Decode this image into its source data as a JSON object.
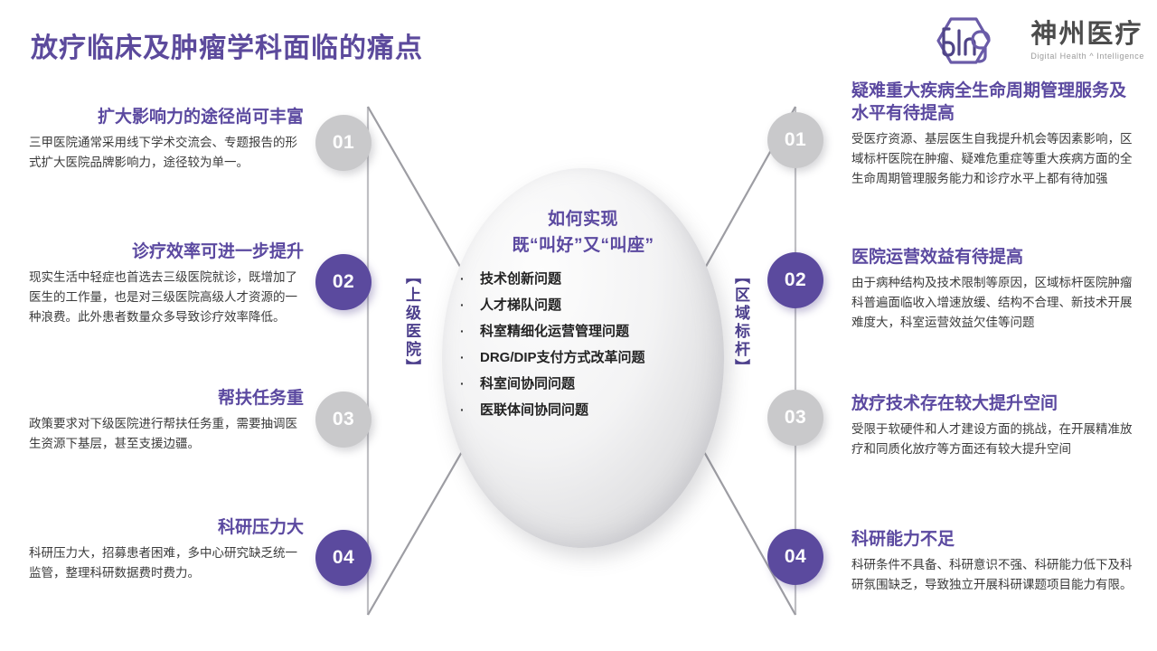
{
  "header": {
    "title": "放疗临床及肿瘤学科面临的痛点",
    "logo": {
      "mark": "bhq-hexagon-monogram",
      "cn_name": "神州医疗",
      "en_tagline": "Digital Health ^ Intelligence"
    }
  },
  "center": {
    "heading_line1": "如何实现",
    "heading_line2": "既“叫好”又“叫座”",
    "bullet_glyph": "·",
    "bullets": [
      "技术创新问题",
      "人才梯队问题",
      "科室精细化运营管理问题",
      "DRG/DIP支付方式改革问题",
      "科室间协同问题",
      "医联体间协同问题"
    ]
  },
  "left": {
    "axis_label": "【上级医院】",
    "badges": [
      "01",
      "02",
      "03",
      "04"
    ],
    "items": [
      {
        "number": "01",
        "title": "扩大影响力的途径尚可丰富",
        "body": "三甲医院通常采用线下学术交流会、专题报告的形式扩大医院品牌影响力，途径较为单一。"
      },
      {
        "number": "02",
        "title": "诊疗效率可进一步提升",
        "body": "现实生活中轻症也首选去三级医院就诊，既增加了医生的工作量，也是对三级医院高级人才资源的一种浪费。此外患者数量众多导致诊疗效率降低。"
      },
      {
        "number": "03",
        "title": "帮扶任务重",
        "body": "政策要求对下级医院进行帮扶任务重，需要抽调医生资源下基层，甚至支援边疆。"
      },
      {
        "number": "04",
        "title": "科研压力大",
        "body": "科研压力大，招募患者困难，多中心研究缺乏统一监管，整理科研数据费时费力。"
      }
    ]
  },
  "right": {
    "axis_label": "【区域标杆】",
    "badges": [
      "01",
      "02",
      "03",
      "04"
    ],
    "items": [
      {
        "number": "01",
        "title": "疑难重大疾病全生命周期管理服务及水平有待提高",
        "body": "受医疗资源、基层医生自我提升机会等因素影响，区域标杆医院在肿瘤、疑难危重症等重大疾病方面的全生命周期管理服务能力和诊疗水平上都有待加强"
      },
      {
        "number": "02",
        "title": "医院运营效益有待提高",
        "body": "由于病种结构及技术限制等原因，区域标杆医院肿瘤科普遍面临收入增速放缓、结构不合理、新技术开展难度大，科室运营效益欠佳等问题"
      },
      {
        "number": "03",
        "title": "放疗技术存在较大提升空间",
        "body": "受限于软硬件和人才建设方面的挑战，在开展精准放疗和同质化放疗等方面还有较大提升空间"
      },
      {
        "number": "04",
        "title": "科研能力不足",
        "body": "科研条件不具备、科研意识不强、科研能力低下及科研氛围缺乏，导致独立开展科研课题项目能力有限。"
      }
    ]
  },
  "colors": {
    "brand_purple": "#5b4a9e",
    "title_purple": "#5c4a9c",
    "badge_grey": "#c9c9cb",
    "body_text": "#3b3b3b",
    "connector_grey": "#b8b8bc"
  }
}
